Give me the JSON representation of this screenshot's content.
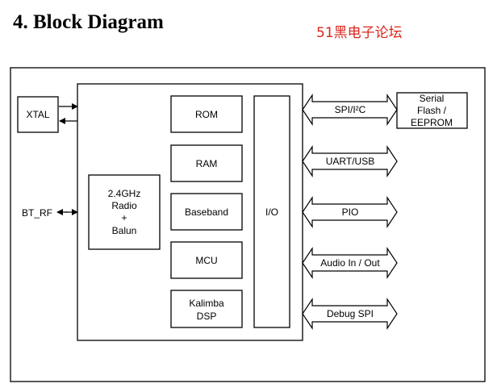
{
  "title": "4. Block Diagram",
  "watermark": "51黑电子论坛",
  "diagram": {
    "xtal": "XTAL",
    "bt_rf": "BT_RF",
    "radio": [
      "2.4GHz",
      "Radio",
      "+",
      "Balun"
    ],
    "blocks": {
      "rom": "ROM",
      "ram": "RAM",
      "baseband": "Baseband",
      "mcu": "MCU",
      "kalimba": [
        "Kalimba",
        "DSP"
      ]
    },
    "io": "I/O",
    "interfaces": {
      "spi_i2c": "SPI/I²C",
      "uart_usb": "UART/USB",
      "pio": "PIO",
      "audio": "Audio In / Out",
      "debug_spi": "Debug SPI"
    },
    "serial_flash": [
      "Serial",
      "Flash /",
      "EEPROM"
    ]
  }
}
